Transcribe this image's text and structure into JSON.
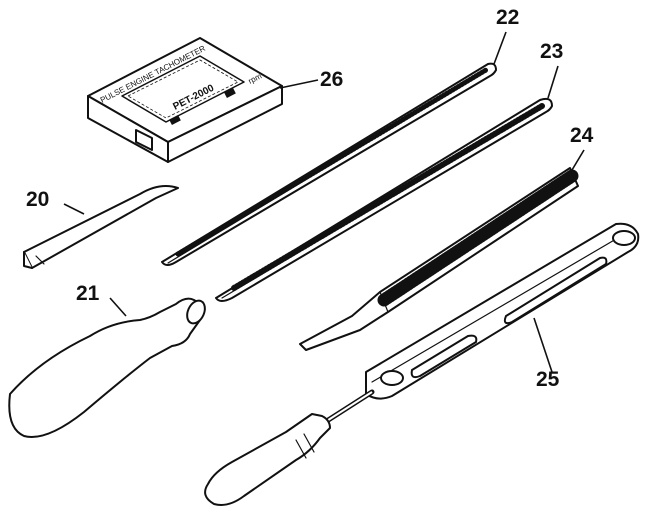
{
  "callouts": {
    "file_thin": "22",
    "file_round": "23",
    "file_flat": "24",
    "filing_guide": "25",
    "tachometer": "26",
    "depth_gauge": "20",
    "file_handle": "21"
  },
  "tachometer_label": {
    "brand": "PULSE ENGINE TACHOMETER",
    "model": "PET-2000",
    "unit": "rpm"
  }
}
